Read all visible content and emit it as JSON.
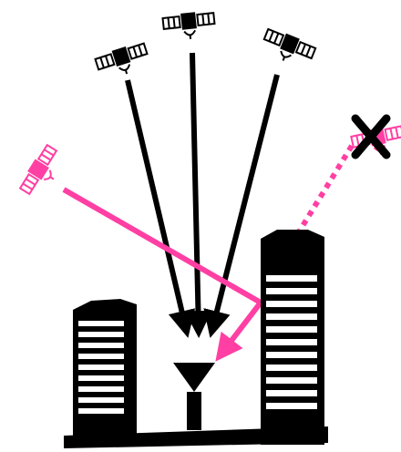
{
  "colors": {
    "ink": "#000000",
    "signal_blocked": "#ff3fa3",
    "window": "#ffffff",
    "background": "#ffffff"
  },
  "elements": {
    "satellites_direct": 3,
    "satellite_reflected": 1,
    "satellite_blocked": 1,
    "buildings": 2,
    "receiver_antenna": 1
  },
  "icons": {
    "satellite": "satellite-icon",
    "blocked_marker": "x-mark-icon",
    "antenna": "antenna-icon",
    "building": "building-icon"
  },
  "semantics": {
    "direct_paths": "line-of-sight",
    "pink_solid_path": "reflected-multipath",
    "pink_dotted_path": "blocked-line-of-sight"
  }
}
